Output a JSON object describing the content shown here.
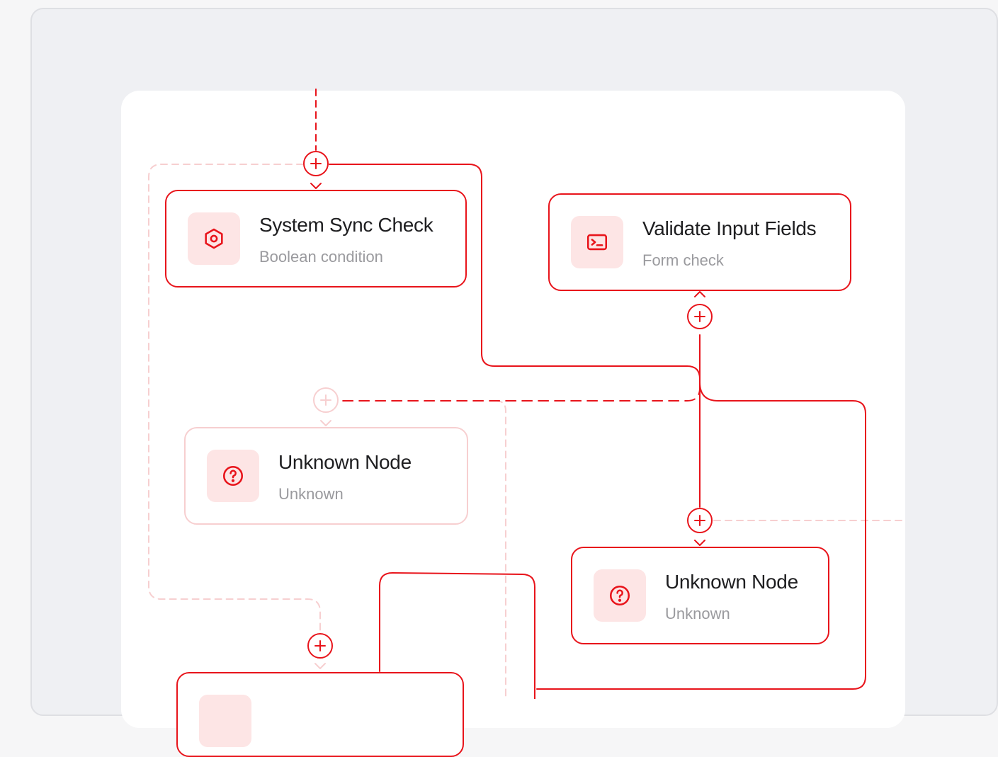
{
  "colors": {
    "accent": "#e8141b",
    "accent_faded": "#f7cfd0",
    "icon_bg": "#fde5e5",
    "title": "#1e1e20",
    "subtitle": "#9a9a9e"
  },
  "nodes": [
    {
      "title": "System Sync Check",
      "subtitle": "Boolean condition",
      "icon": "hexagon-gear-icon"
    },
    {
      "title": "Validate Input Fields",
      "subtitle": "Form check",
      "icon": "terminal-icon"
    },
    {
      "title": "Unknown Node",
      "subtitle": "Unknown",
      "icon": "question-circle-icon"
    },
    {
      "title": "Unknown Node",
      "subtitle": "Unknown",
      "icon": "question-circle-icon"
    }
  ]
}
